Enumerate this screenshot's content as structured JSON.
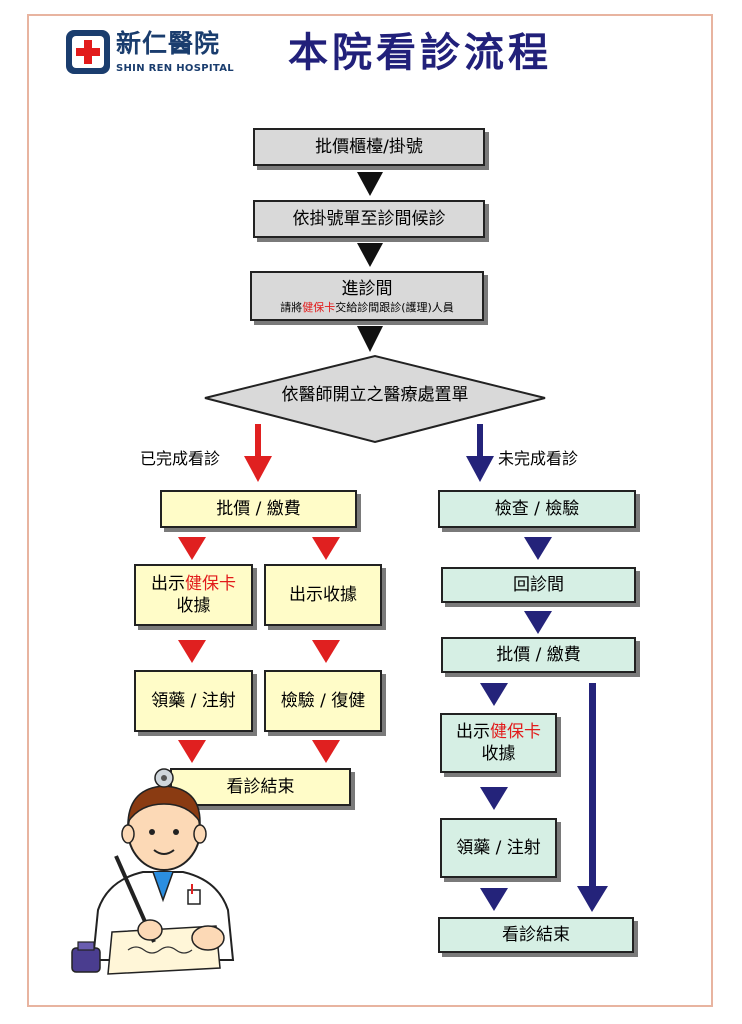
{
  "header": {
    "hospital_name": "新仁醫院",
    "hospital_name_en": "SHIN REN HOSPITAL",
    "title": "本院看診流程"
  },
  "flow": {
    "step1": "批價櫃檯/掛號",
    "step2": "依掛號單至診間候診",
    "step3": "進診間",
    "step3_note_pre": "請將",
    "step3_note_red": "健保卡",
    "step3_note_post": "交給診間跟診(護理)人員",
    "decision": "依醫師開立之醫療處置單",
    "left_label": "已完成看診",
    "right_label": "未完成看診",
    "left": {
      "pay": "批價 / 繳費",
      "a1_pre": "出示",
      "a1_red": "健保卡",
      "a1_post": "收據",
      "b1": "出示收據",
      "a2": "領藥 / 注射",
      "b2": "檢驗 / 復健",
      "end": "看診結束"
    },
    "right": {
      "check": "檢查 / 檢驗",
      "back": "回診間",
      "pay": "批價 / 繳費",
      "card_pre": "出示",
      "card_red": "健保卡",
      "card_post": "收據",
      "med": "領藥 / 注射",
      "end": "看診結束"
    }
  },
  "colors": {
    "title": "#21207a",
    "red_arrow": "#e02020",
    "navy_arrow": "#24237a",
    "highlight": "#e21b1b"
  }
}
